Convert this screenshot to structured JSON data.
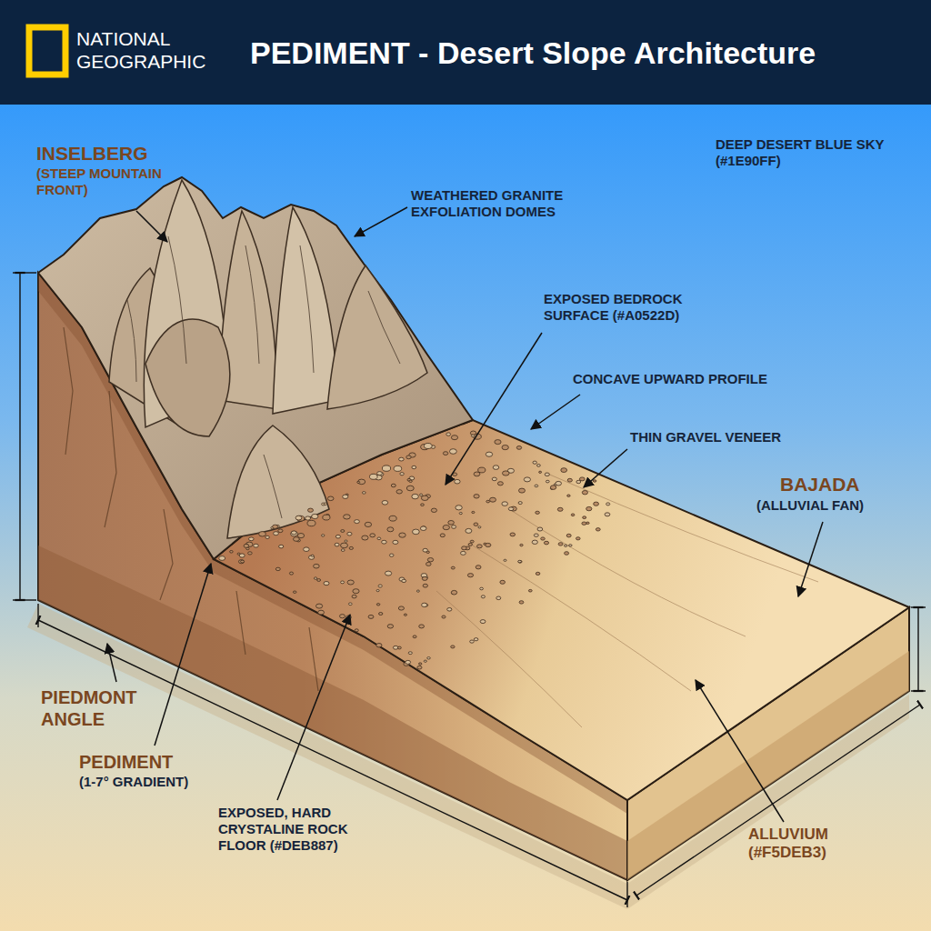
{
  "diagram": {
    "title": "PEDIMENT - Desert Slope Architecture",
    "labels": [
      "NATIONAL GEOGRAPHIC",
      "INSELBERG",
      "(STEEP MOUNTAIN FRONT)",
      "WEATHERED GRANITE EXFOLIATION DOMES",
      "DEEP DESERT BLUE SKY (#1E90FF)",
      "EXPOSED BEDROCK SURFACE (#A0522D)",
      "CONCAVE UPWARD PROFILE",
      "THIN GRAVEL VENEER",
      "BAJADA",
      "(ALLUVIAL FAN)",
      "PIEDMONT ANGLE",
      "PEDIMENT",
      "(1-7° GRADIENT)",
      "EXPOSED, HARD CRYSTALINE ROCK FLOOR (#DEB887)",
      "ALLUVIUM (#F5DEB3)"
    ]
  }
}
